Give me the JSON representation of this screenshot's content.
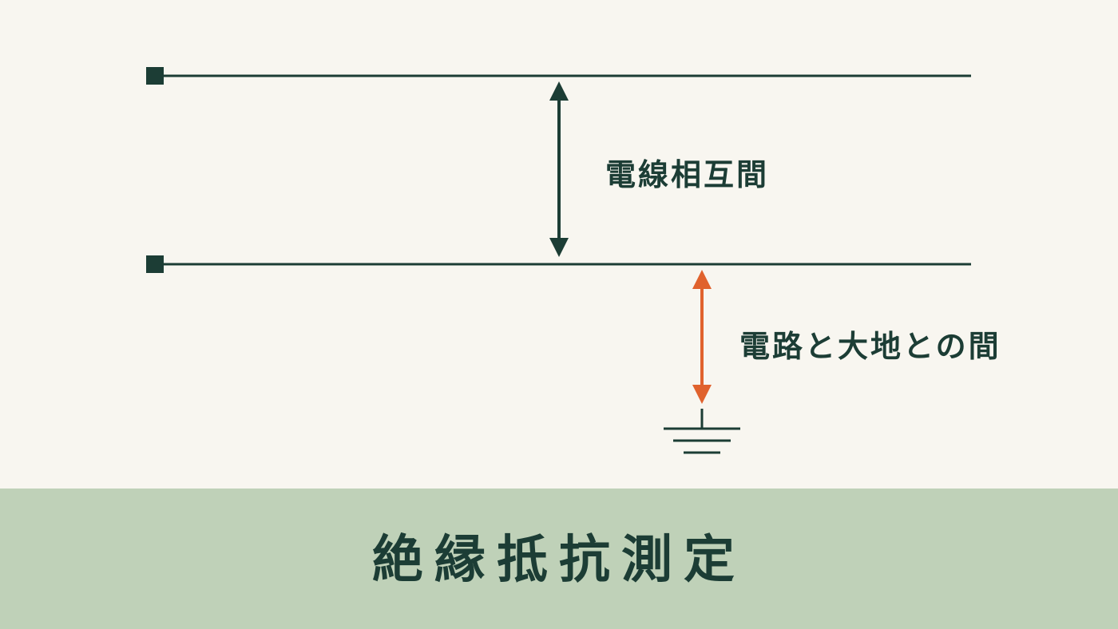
{
  "labels": {
    "between_wires": "電線相互間",
    "circuit_to_ground": "電路と大地との間"
  },
  "banner": {
    "title": "絶縁抵抗測定"
  },
  "colors": {
    "background": "#f8f6f0",
    "ink": "#1c3d35",
    "accent": "#e0622d",
    "banner": "#bfd1b8"
  },
  "icons": {
    "ground": "ground-symbol-icon",
    "terminal": "square-terminal-icon"
  }
}
